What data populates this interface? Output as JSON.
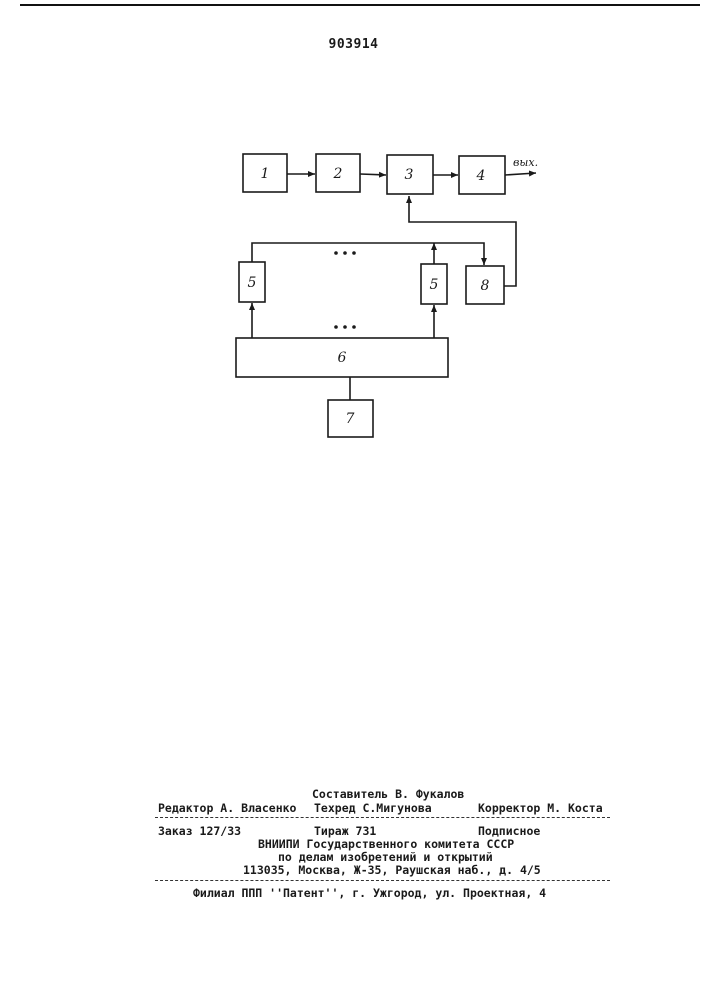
{
  "header": {
    "patent_number": "903914"
  },
  "diagram": {
    "blocks": [
      {
        "id": "b1",
        "label": "1"
      },
      {
        "id": "b2",
        "label": "2"
      },
      {
        "id": "b3",
        "label": "3"
      },
      {
        "id": "b4",
        "label": "4"
      },
      {
        "id": "b5a",
        "label": "5"
      },
      {
        "id": "b5b",
        "label": "5"
      },
      {
        "id": "b6",
        "label": "6"
      },
      {
        "id": "b7",
        "label": "7"
      },
      {
        "id": "b8",
        "label": "8"
      }
    ],
    "output_label": "вых."
  },
  "footer": {
    "compiler": "Составитель В. Фукалов",
    "editor": "Редактор А. Власенко",
    "techred": "Техред С.Мигунова",
    "corrector": "Корректор М. Коста",
    "order": "Заказ 127/33",
    "circulation": "Тираж 731",
    "subscription": "Подписное",
    "org_line1": "ВНИИПИ Государственного комитета СССР",
    "org_line2": "по делам изобретений и открытий",
    "address": "113035, Москва, Ж-35, Раушская наб., д. 4/5",
    "branch": "Филиал ППП ''Патент'', г. Ужгород, ул. Проектная, 4"
  }
}
